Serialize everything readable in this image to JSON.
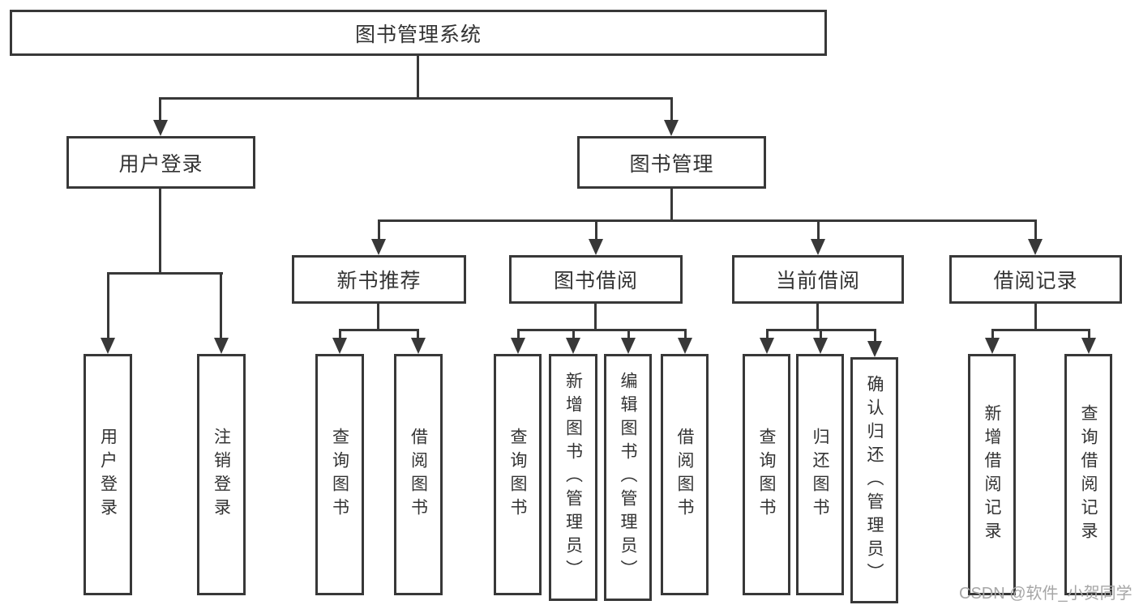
{
  "tree": {
    "label": "图书管理系统",
    "children": [
      {
        "label": "用户登录",
        "children": [
          {
            "label": "用户登录"
          },
          {
            "label": "注销登录"
          }
        ]
      },
      {
        "label": "图书管理",
        "children": [
          {
            "label": "新书推荐",
            "children": [
              {
                "label": "查询图书"
              },
              {
                "label": "借阅图书"
              }
            ]
          },
          {
            "label": "图书借阅",
            "children": [
              {
                "label": "查询图书"
              },
              {
                "label": "新增图书（管理员）"
              },
              {
                "label": "编辑图书（管理员）"
              },
              {
                "label": "借阅图书"
              }
            ]
          },
          {
            "label": "当前借阅",
            "children": [
              {
                "label": "查询图书"
              },
              {
                "label": "归还图书"
              },
              {
                "label": "确认归还（管理员）"
              }
            ]
          },
          {
            "label": "借阅记录",
            "children": [
              {
                "label": "新增借阅记录"
              },
              {
                "label": "查询借阅记录"
              }
            ]
          }
        ]
      }
    ]
  },
  "watermark": "CSDN @软件_小贺同学",
  "colors": {
    "line": "#383838",
    "text": "#333333",
    "watermark": "#a6a6a6",
    "background": "#ffffff"
  }
}
